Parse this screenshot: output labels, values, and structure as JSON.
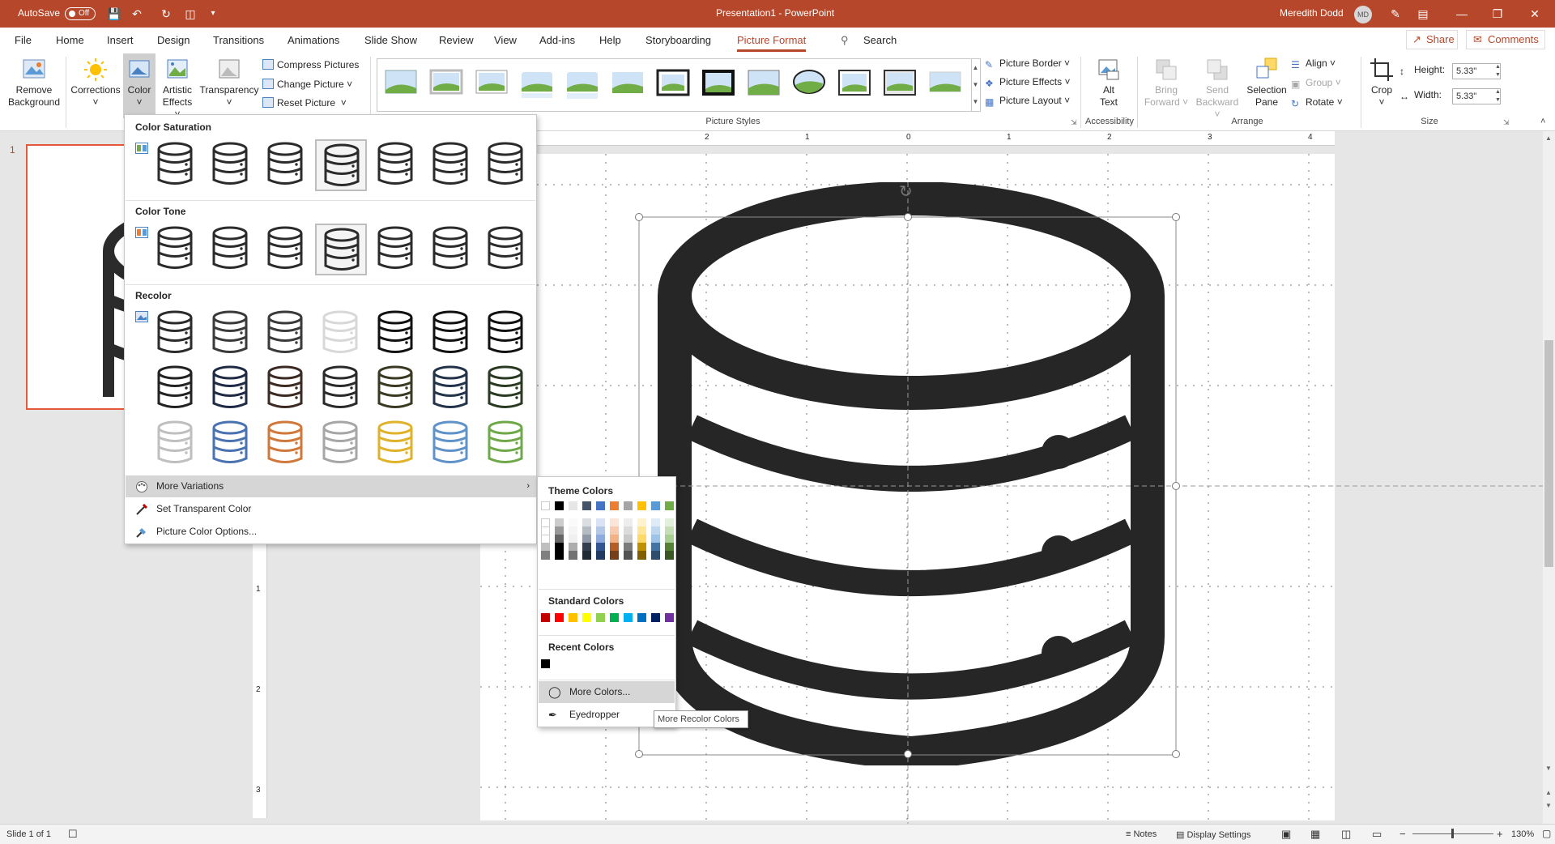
{
  "titlebar": {
    "autosave": "AutoSave",
    "toggle": "Off",
    "title": "Presentation1  -  PowerPoint",
    "user": "Meredith Dodd",
    "initials": "MD"
  },
  "tabs": [
    "File",
    "Home",
    "Insert",
    "Design",
    "Transitions",
    "Animations",
    "Slide Show",
    "Review",
    "View",
    "Add-ins",
    "Help",
    "Storyboarding",
    "Picture Format"
  ],
  "search": "Search",
  "share": "Share",
  "comments": "Comments",
  "ribbon": {
    "remove_bg": [
      "Remove",
      "Background"
    ],
    "corrections": "Corrections",
    "color": "Color",
    "artistic": [
      "Artistic",
      "Effects"
    ],
    "transparency": "Transparency",
    "compress": "Compress Pictures",
    "change": "Change Picture",
    "reset": "Reset Picture",
    "picture_styles": "Picture Styles",
    "border": "Picture Border",
    "effects": "Picture Effects",
    "layout": "Picture Layout",
    "alt": [
      "Alt",
      "Text"
    ],
    "accessibility": "Accessibility",
    "bring": [
      "Bring",
      "Forward"
    ],
    "send": [
      "Send",
      "Backward"
    ],
    "selection": [
      "Selection",
      "Pane"
    ],
    "align": "Align",
    "group": "Group",
    "rotate": "Rotate",
    "arrange": "Arrange",
    "crop": "Crop",
    "height_label": "Height:",
    "height_val": "5.33\"",
    "width_label": "Width:",
    "width_val": "5.33\"",
    "size": "Size"
  },
  "ruler": [
    "2",
    "1",
    "0",
    "1",
    "2",
    "3",
    "4"
  ],
  "vruler": [
    "1",
    "2",
    "3"
  ],
  "menu": {
    "color_saturation": "Color Saturation",
    "color_tone": "Color Tone",
    "recolor": "Recolor",
    "more_variations": "More Variations",
    "set_transparent": "Set Transparent Color",
    "options": "Picture Color Options..."
  },
  "recolor_colors": [
    [
      "#2b2b2b",
      "#3a3a3a",
      "#3a3a3a",
      "#d8d8d8",
      "#111111",
      "#111111",
      "#111111"
    ],
    [
      "#222222",
      "#1f2a44",
      "#3b2a22",
      "#2a2a2a",
      "#3a3a22",
      "#22334a",
      "#2a3a22"
    ],
    [
      "#bfbfbf",
      "#4a72b0",
      "#d0773a",
      "#a6a6a6",
      "#e0b22a",
      "#5f92c8",
      "#6fa848"
    ]
  ],
  "submenu": {
    "theme": "Theme Colors",
    "standard": "Standard Colors",
    "recent": "Recent Colors",
    "more": "More Colors...",
    "eyedropper": "Eyedropper"
  },
  "theme_colors": [
    "#ffffff",
    "#000000",
    "#e7e6e6",
    "#44546a",
    "#4472c4",
    "#ed7d31",
    "#a5a5a5",
    "#ffc000",
    "#5b9bd5",
    "#70ad47"
  ],
  "standard_colors": [
    "#c00000",
    "#ff0000",
    "#ffc000",
    "#ffff00",
    "#92d050",
    "#00b050",
    "#00b0f0",
    "#0070c0",
    "#002060",
    "#7030a0"
  ],
  "recent_colors": [
    "#000000"
  ],
  "tooltip": "More Recolor Colors",
  "thumbnail_number": "1",
  "status": {
    "slide": "Slide 1 of 1",
    "notes": "Notes",
    "display": "Display Settings",
    "zoom": "130%"
  }
}
